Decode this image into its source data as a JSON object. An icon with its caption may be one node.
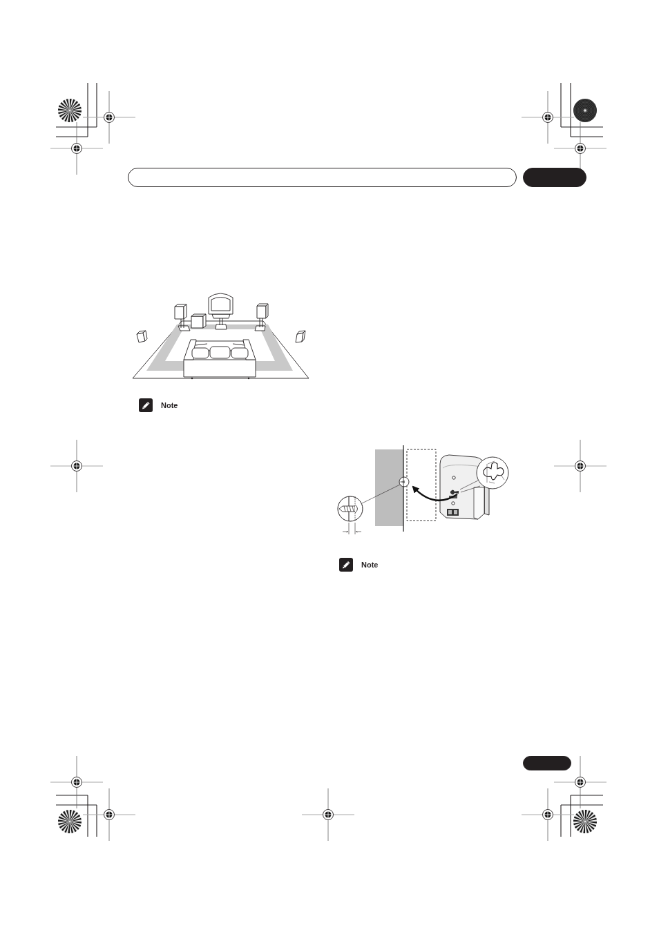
{
  "diagram": {
    "nodes": [
      {
        "text": [],
        "shape": "bar"
      },
      {
        "text": [],
        "shape": "bar"
      },
      {
        "text": [],
        "shape": "bar"
      }
    ],
    "labels": [
      "Note",
      "Note"
    ]
  }
}
